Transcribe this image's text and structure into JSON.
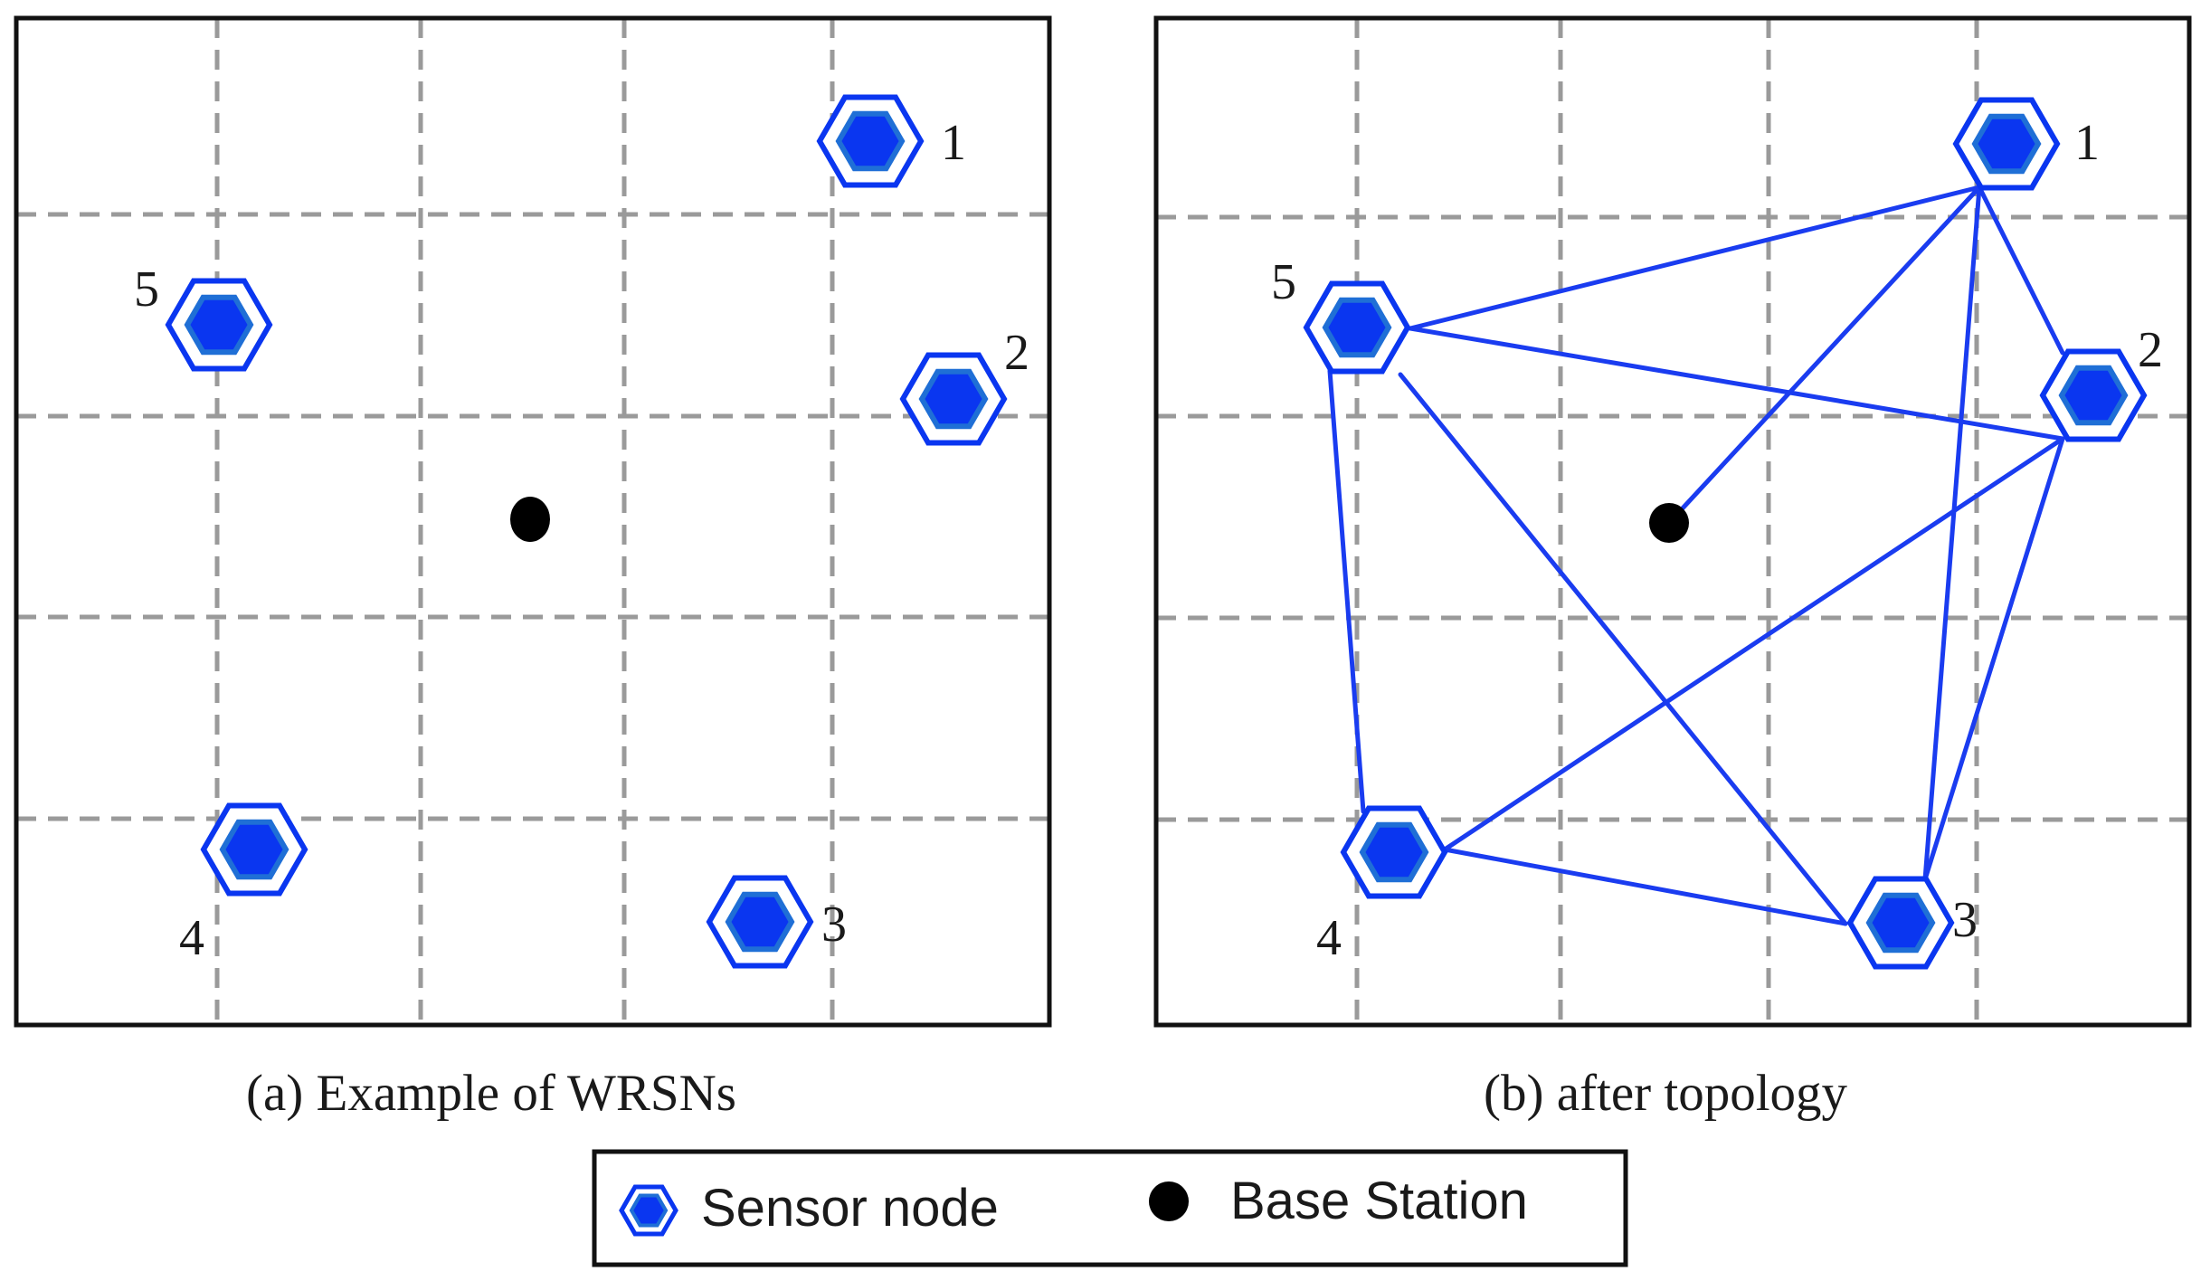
{
  "panels": [
    {
      "id": "a",
      "caption": "(a) Example of WRSNs",
      "nodes": [
        {
          "label": "1"
        },
        {
          "label": "2"
        },
        {
          "label": "3"
        },
        {
          "label": "4"
        },
        {
          "label": "5"
        }
      ],
      "links": []
    },
    {
      "id": "b",
      "caption": "(b) after topology",
      "nodes": [
        {
          "label": "1"
        },
        {
          "label": "2"
        },
        {
          "label": "3"
        },
        {
          "label": "4"
        },
        {
          "label": "5"
        }
      ],
      "links": [
        [
          "5",
          "1"
        ],
        [
          "5",
          "2"
        ],
        [
          "5",
          "3"
        ],
        [
          "5",
          "4"
        ],
        [
          "1",
          "2"
        ],
        [
          "1",
          "3"
        ],
        [
          "1",
          "base-station"
        ],
        [
          "2",
          "3"
        ],
        [
          "2",
          "4"
        ],
        [
          "4",
          "3"
        ]
      ]
    }
  ],
  "legend": {
    "sensor_node_label": "Sensor node",
    "base_station_label": "Base Station"
  },
  "colors": {
    "node_blue": "#0a36f0",
    "link_blue": "#1a3cf0",
    "node_inner": "#1f6fd6",
    "grid": "#9a9a9a",
    "frame": "#111111",
    "base_station": "#000000"
  }
}
